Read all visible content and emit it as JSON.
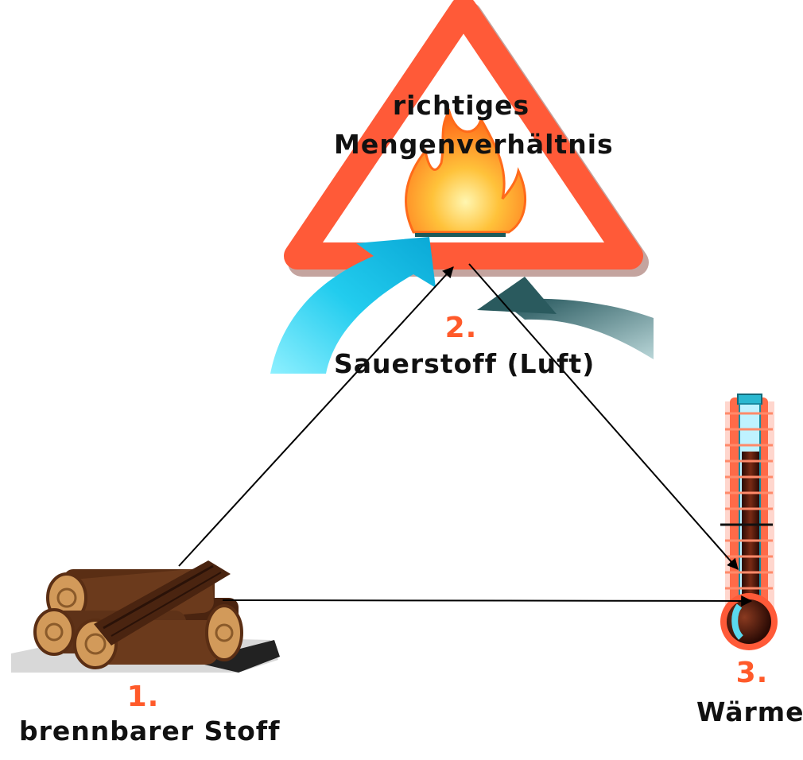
{
  "nodes": {
    "oxygen": {
      "number": "2.",
      "label": "Sauerstoff (Luft)",
      "ratio_line1": "richtiges",
      "ratio_line2": "Mengenverhältnis"
    },
    "fuel": {
      "number": "1.",
      "label": "brennbarer Stoff"
    },
    "heat": {
      "number": "3.",
      "label": "Wärme"
    }
  },
  "colors": {
    "triangle_border": "#ff5a38",
    "triangle_fill": "#ffffff",
    "number": "#ff5a2a",
    "air_stream": "#22ccee",
    "wood": "#6b3a1c",
    "thermometer_red": "#ff5a38",
    "mercury": "#4a1a0c",
    "arrow": "#000000"
  },
  "icons": [
    "warning-triangle-icon",
    "flame-icon",
    "air-stream-icon",
    "firewood-icon",
    "thermometer-icon"
  ]
}
